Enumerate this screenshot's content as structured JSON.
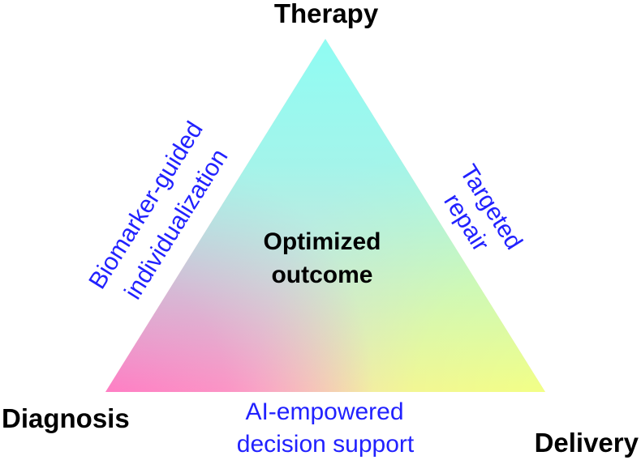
{
  "colors": {
    "therapy": "#8ffcf3",
    "diagnosis": "#ff7ec4",
    "delivery": "#f2ff86",
    "edge_text": "#2121ff",
    "vertex_text": "#000000"
  },
  "vertices": {
    "top": "Therapy",
    "bottom_left": "Diagnosis",
    "bottom_right": "Delivery"
  },
  "center": {
    "line1": "Optimized",
    "line2": "outcome"
  },
  "edges": {
    "left": {
      "line1": "Biomarker-guided",
      "line2": "individualization"
    },
    "right": {
      "line1": "Targeted",
      "line2": "repair"
    },
    "bottom": {
      "line1": "AI-empowered",
      "line2": "decision support"
    }
  }
}
